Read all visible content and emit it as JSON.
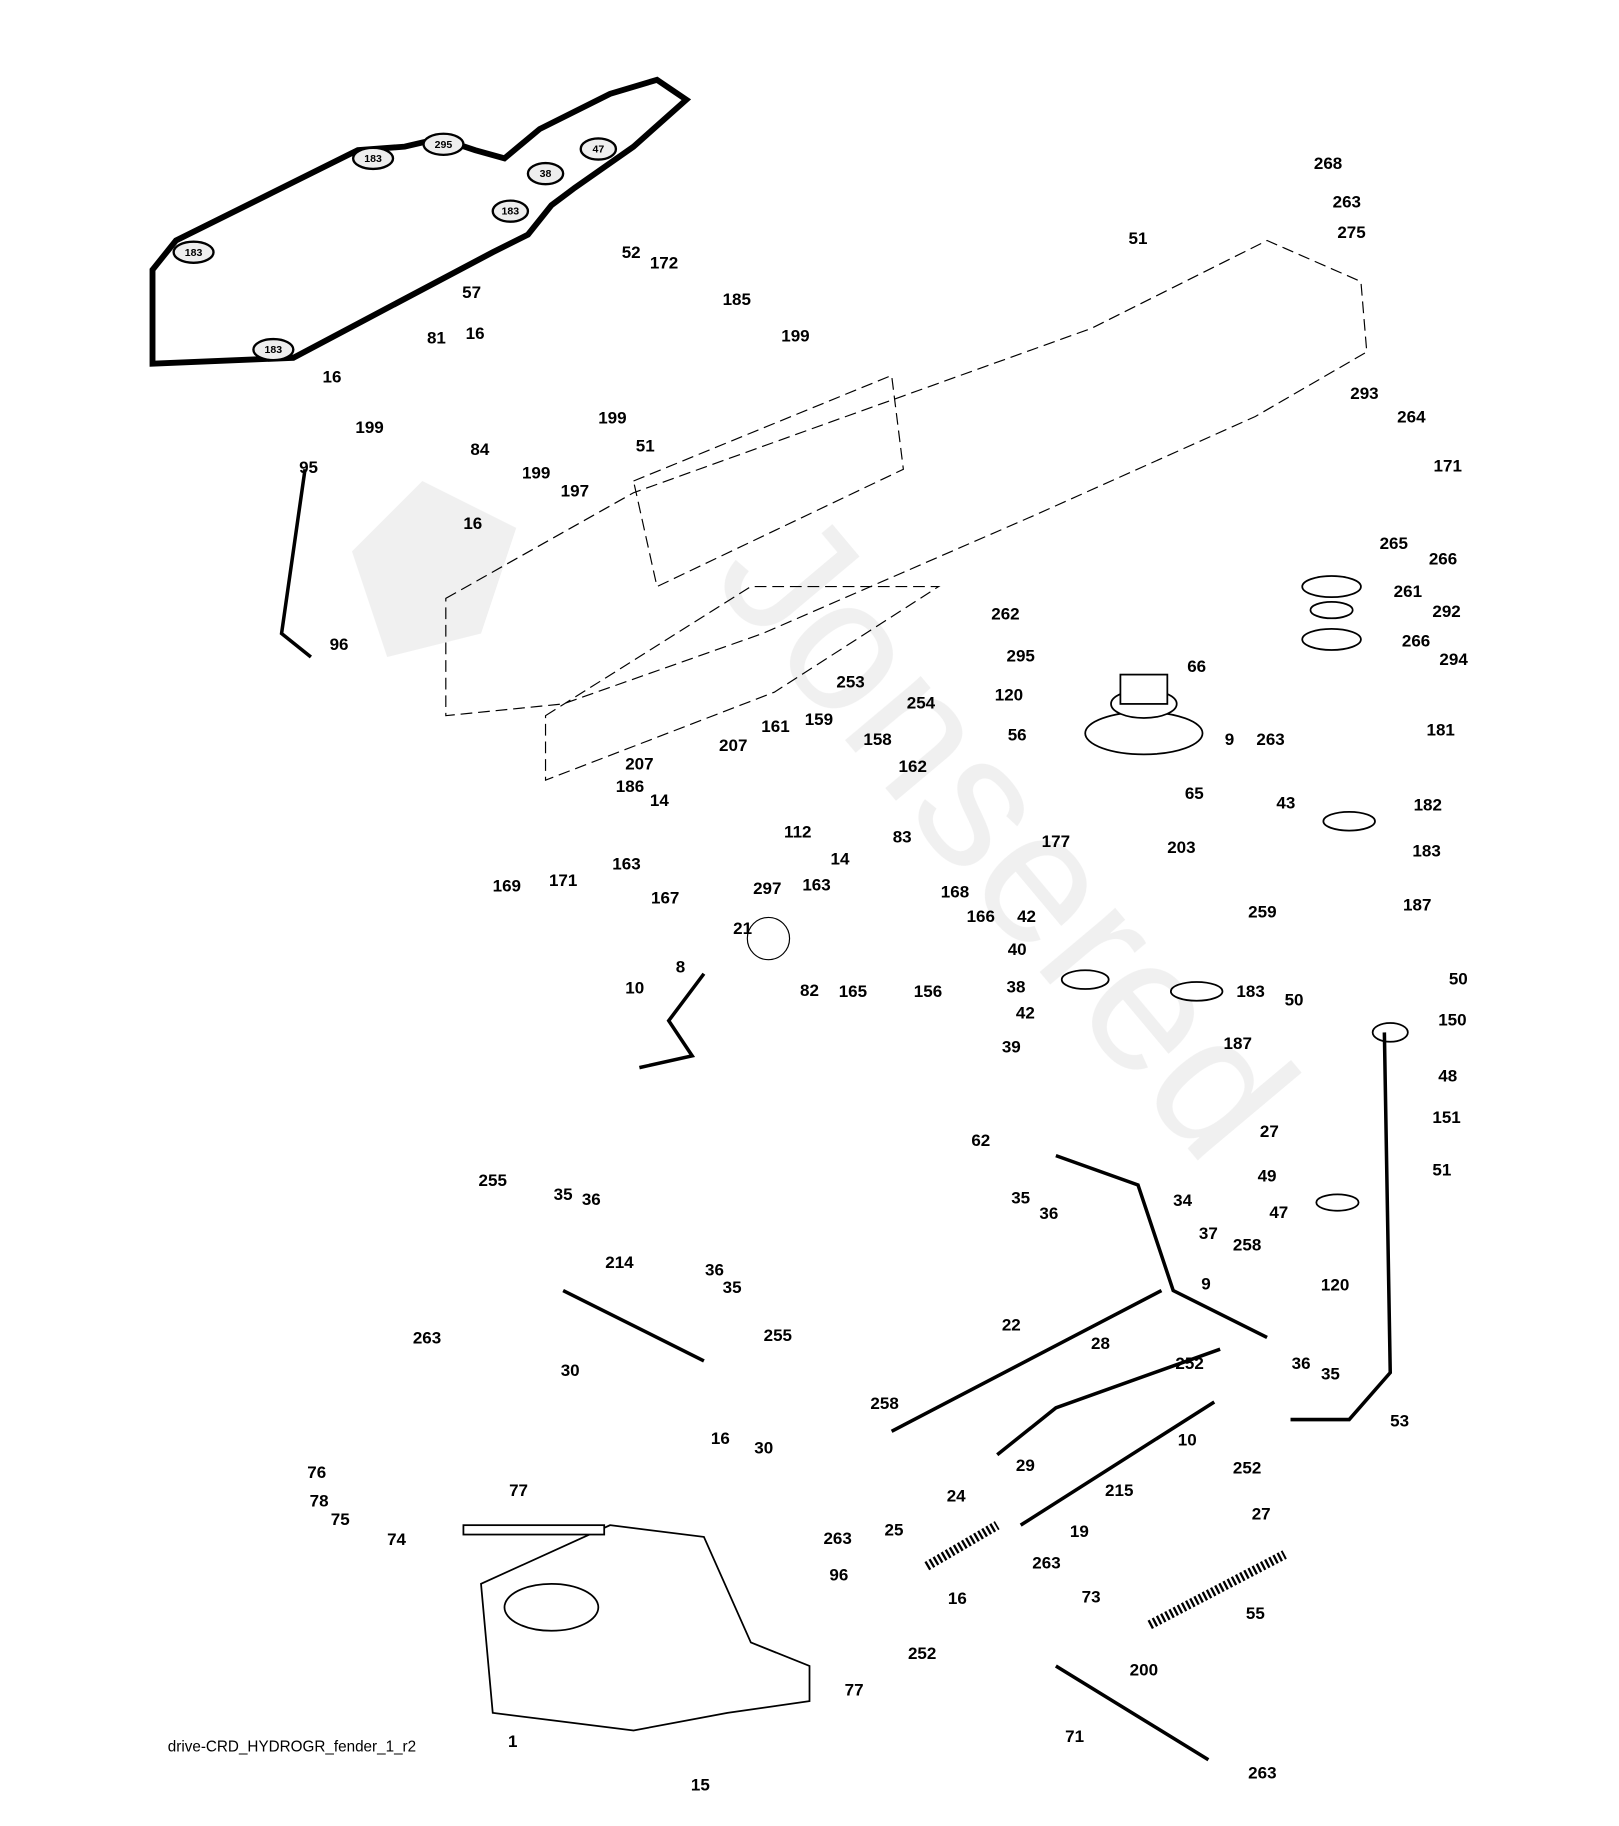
{
  "diagram": {
    "footer": "drive-CRD_HYDROGR_fender_1_r2",
    "watermark_icon": "husqvarna-logo-watermark",
    "belt_pulley_labels": [
      "183",
      "295",
      "47",
      "38",
      "183",
      "183",
      "183"
    ],
    "part_labels": [
      "57",
      "52",
      "172",
      "185",
      "199",
      "16",
      "81",
      "16",
      "199",
      "51",
      "199",
      "84",
      "199",
      "197",
      "16",
      "95",
      "96",
      "51",
      "268",
      "263",
      "275",
      "293",
      "264",
      "171",
      "265",
      "266",
      "261",
      "292",
      "266",
      "294",
      "262",
      "295",
      "120",
      "66",
      "253",
      "254",
      "56",
      "9",
      "263",
      "181",
      "65",
      "43",
      "182",
      "203",
      "183",
      "187",
      "161",
      "159",
      "158",
      "207",
      "207",
      "162",
      "186",
      "14",
      "112",
      "83",
      "14",
      "163",
      "163",
      "169",
      "171",
      "167",
      "297",
      "177",
      "42",
      "40",
      "38",
      "42",
      "39",
      "259",
      "183",
      "187",
      "168",
      "166",
      "21",
      "82",
      "165",
      "156",
      "8",
      "10",
      "50",
      "50",
      "150",
      "48",
      "27",
      "151",
      "49",
      "51",
      "47",
      "120",
      "62",
      "35",
      "36",
      "34",
      "37",
      "258",
      "9",
      "255",
      "35",
      "36",
      "214",
      "36",
      "35",
      "255",
      "22",
      "28",
      "252",
      "36",
      "35",
      "53",
      "10",
      "252",
      "27",
      "258",
      "29",
      "215",
      "24",
      "25",
      "19",
      "263",
      "30",
      "16",
      "30",
      "263",
      "76",
      "78",
      "77",
      "75",
      "74",
      "96",
      "252",
      "263",
      "73",
      "16",
      "55",
      "200",
      "71",
      "263",
      "77",
      "1",
      "15"
    ]
  }
}
